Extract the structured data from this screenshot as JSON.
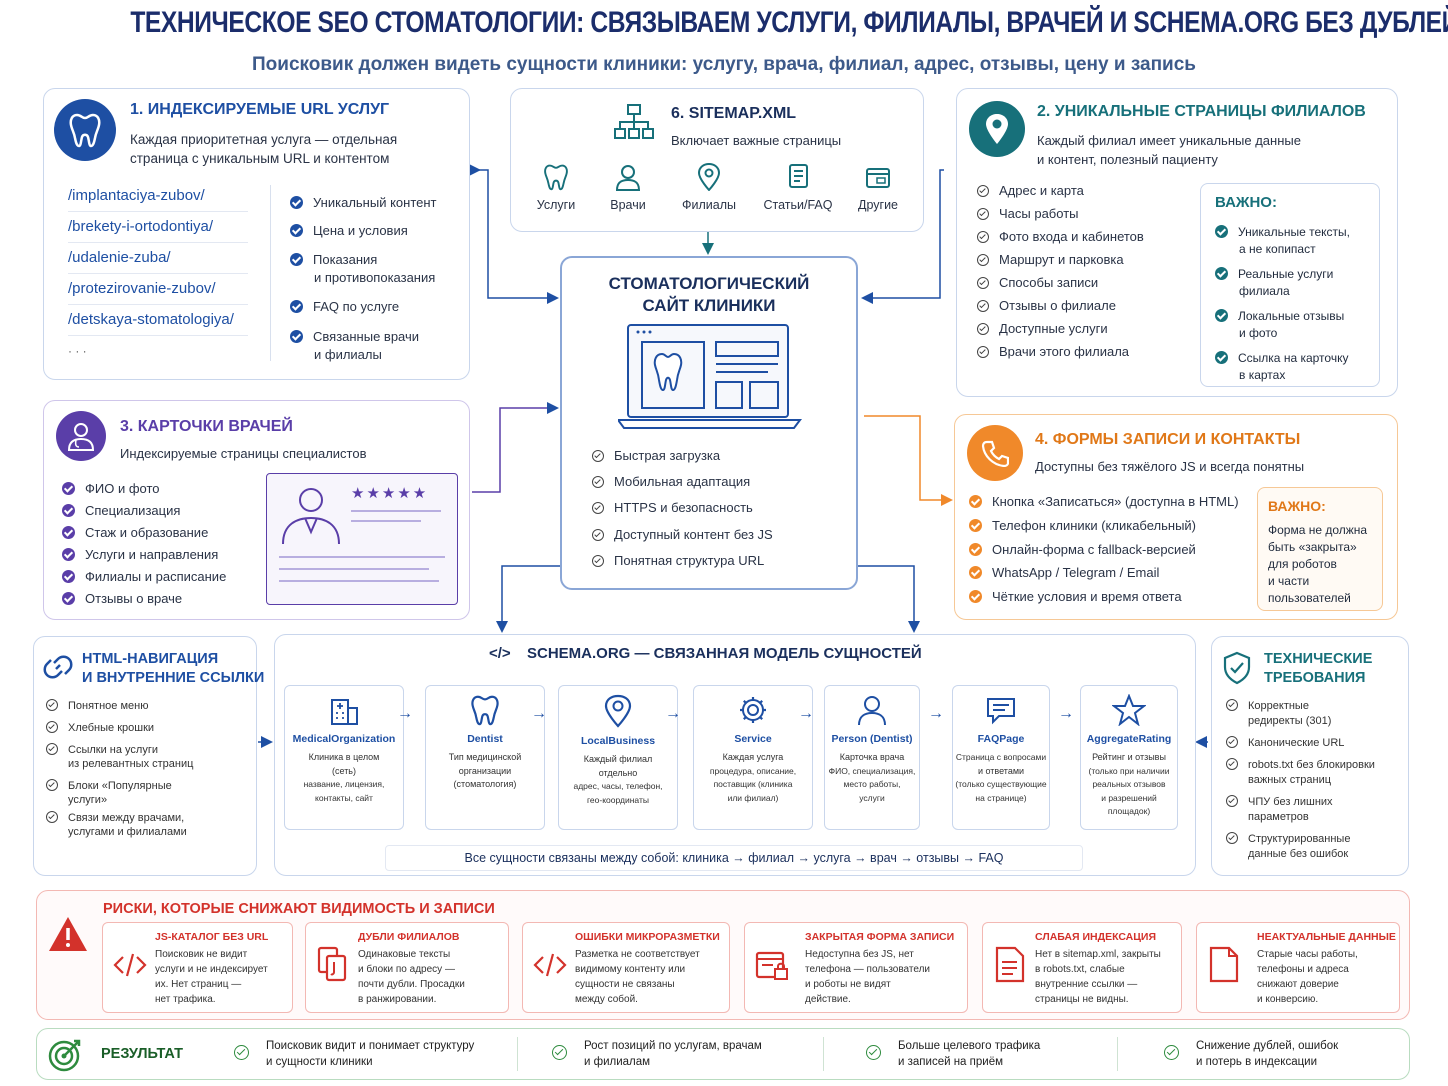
{
  "header": {
    "title": "ТЕХНИЧЕСКОЕ SEO СТОМАТОЛОГИИ: СВЯЗЫВАЕМ УСЛУГИ, ФИЛИАЛЫ, ВРАЧЕЙ И SCHEMA.ORG БЕЗ ДУБЛЕЙ",
    "subtitle": "Поисковик должен видеть сущности клиники: услугу, врача, филиал, адрес, отзывы, цену и запись"
  },
  "section1": {
    "title": "1. ИНДЕКСИРУЕМЫЕ URL УСЛУГ",
    "desc1": "Каждая приоритетная услуга — отдельная",
    "desc2": "страница с уникальным URL и контентом",
    "urls": [
      "/implantaciya-zubov/",
      "/brekety-i-ortodontiya/",
      "/udalenie-zuba/",
      "/protezirovanie-zubov/",
      "/detskaya-stomatologiya/",
      "· · ·"
    ],
    "checks": [
      "Уникальный контент",
      "Цена и условия",
      "Показания",
      "и противопоказания",
      "FAQ по услуге",
      "Связанные врачи",
      "и филиалы"
    ]
  },
  "section6": {
    "title": "6. SITEMAP.XML",
    "desc": "Включает важные страницы",
    "items": [
      "Услуги",
      "Врачи",
      "Филиалы",
      "Статьи/FAQ",
      "Другие"
    ]
  },
  "section2": {
    "title": "2. УНИКАЛЬНЫЕ СТРАНИЦЫ ФИЛИАЛОВ",
    "desc1": "Каждый филиал имеет уникальные данные",
    "desc2": "и контент, полезный пациенту",
    "items": [
      "Адрес и карта",
      "Часы работы",
      "Фото входа и кабинетов",
      "Маршрут и парковка",
      "Способы записи",
      "Отзывы о филиале",
      "Доступные услуги",
      "Врачи этого филиала"
    ],
    "important": {
      "title": "ВАЖНО:",
      "items": [
        [
          "Уникальные тексты,",
          "а не копипаст"
        ],
        [
          "Реальные услуги",
          "филиала"
        ],
        [
          "Локальные отзывы",
          "и фото"
        ],
        [
          "Ссылка на карточку",
          "в картах"
        ]
      ]
    }
  },
  "center": {
    "title1": "СТОМАТОЛОГИЧЕСКИЙ",
    "title2": "САЙТ КЛИНИКИ",
    "items": [
      "Быстрая загрузка",
      "Мобильная адаптация",
      "HTTPS и безопасность",
      "Доступный контент без JS",
      "Понятная структура URL"
    ]
  },
  "section3": {
    "title": "3. КАРТОЧКИ ВРАЧЕЙ",
    "desc": "Индексируемые страницы специалистов",
    "items": [
      "ФИО и фото",
      "Специализация",
      "Стаж и образование",
      "Услуги и направления",
      "Филиалы и расписание",
      "Отзывы о враче"
    ],
    "stars": "★★★★★"
  },
  "section4": {
    "title": "4. ФОРМЫ ЗАПИСИ И КОНТАКТЫ",
    "desc": "Доступны без тяжёлого JS и всегда понятны",
    "items": [
      "Кнопка «Записаться» (доступна в HTML)",
      "Телефон клиники (кликабельный)",
      "Онлайн-форма с fallback-версией",
      "WhatsApp / Telegram / Email",
      "Чёткие условия и время ответа"
    ],
    "important": {
      "title": "ВАЖНО:",
      "lines": [
        "Форма не должна",
        "быть «закрыта»",
        "для роботов",
        "и части",
        "пользователей"
      ]
    }
  },
  "nav": {
    "title1": "HTML-НАВИГАЦИЯ",
    "title2": "И ВНУТРЕННИЕ ССЫЛКИ",
    "items": [
      [
        "Понятное меню"
      ],
      [
        "Хлебные крошки"
      ],
      [
        "Ссылки на услуги",
        "из релевантных страниц"
      ],
      [
        "Блоки «Популярные",
        "услуги»"
      ],
      [
        "Связи между врачами,",
        "услугами и филиалами"
      ]
    ]
  },
  "schema": {
    "title": "SCHEMA.ORG — СВЯЗАННАЯ МОДЕЛЬ СУЩНОСТЕЙ",
    "tag": "</>",
    "entities": [
      {
        "name": "MedicalOrganization",
        "desc": [
          "Клиника в целом",
          "(сеть)",
          "название, лицензия,",
          "контакты, сайт"
        ]
      },
      {
        "name": "Dentist",
        "desc": [
          "Тип медицинской",
          "организации",
          "(стоматология)"
        ]
      },
      {
        "name": "LocalBusiness",
        "desc": [
          "Каждый филиал",
          "отдельно",
          "адрес, часы, телефон,",
          "гео-координаты"
        ]
      },
      {
        "name": "Service",
        "desc": [
          "Каждая услуга",
          "процедура, описание,",
          "поставщик (клиника",
          "или филиал)"
        ]
      },
      {
        "name": "Person (Dentist)",
        "desc": [
          "Карточка врача",
          "ФИО, специализация,",
          "место работы,",
          "услуги"
        ]
      },
      {
        "name": "FAQPage",
        "desc": [
          "Страница с вопросами",
          "и ответами",
          "(только существующие",
          "на странице)"
        ]
      },
      {
        "name": "AggregateRating",
        "desc": [
          "Рейтинг и отзывы",
          "(только при наличии",
          "реальных отзывов",
          "и разрешений",
          "площадок)"
        ]
      }
    ],
    "footer": "Все сущности связаны между собой: клиника → филиал → услуга → врач → отзывы → FAQ"
  },
  "tech": {
    "title1": "ТЕХНИЧЕСКИЕ",
    "title2": "ТРЕБОВАНИЯ",
    "items": [
      [
        "Корректные",
        "редиректы (301)"
      ],
      [
        "Канонические URL"
      ],
      [
        "robots.txt без блокировки",
        "важных страниц"
      ],
      [
        "ЧПУ без лишних",
        "параметров"
      ],
      [
        "Структурированные",
        "данные без ошибок"
      ]
    ]
  },
  "risks": {
    "title": "РИСКИ, КОТОРЫЕ СНИЖАЮТ ВИДИМОСТЬ И ЗАПИСИ",
    "items": [
      {
        "title": "JS-КАТАЛОГ БЕЗ URL",
        "desc": [
          "Поисковик не видит",
          "услуги и не индексирует",
          "их. Нет страниц —",
          "нет трафика."
        ]
      },
      {
        "title": "ДУБЛИ ФИЛИАЛОВ",
        "desc": [
          "Одинаковые тексты",
          "и блоки по адресу —",
          "почти дубли. Просадки",
          "в ранжировании."
        ]
      },
      {
        "title": "ОШИБКИ МИКРОРАЗМЕТКИ",
        "desc": [
          "Разметка не соответствует",
          "видимому контенту или",
          "сущности не связаны",
          "между собой."
        ]
      },
      {
        "title": "ЗАКРЫТАЯ ФОРМА ЗАПИСИ",
        "desc": [
          "Недоступна без JS, нет",
          "телефона — пользователи",
          "и роботы не видят",
          "действие."
        ]
      },
      {
        "title": "СЛАБАЯ ИНДЕКСАЦИЯ",
        "desc": [
          "Нет в sitemap.xml, закрыты",
          "в robots.txt, слабые",
          "внутренние ссылки —",
          "страницы не видны."
        ]
      },
      {
        "title": "НЕАКТУАЛЬНЫЕ ДАННЫЕ",
        "desc": [
          "Старые часы работы,",
          "телефоны и адреса",
          "снижают доверие",
          "и конверсию."
        ]
      }
    ]
  },
  "result": {
    "title": "РЕЗУЛЬТАТ",
    "items": [
      [
        "Поисковик видит и понимает структуру",
        "и сущности клиники"
      ],
      [
        "Рост позиций по услугам, врачам",
        "и филиалам"
      ],
      [
        "Больше целевого трафика",
        "и записей на приём"
      ],
      [
        "Снижение дублей, ошибок",
        "и потерь в индексации"
      ]
    ]
  },
  "colors": {
    "primary": "#1e4fa3",
    "purple": "#5a3ea8",
    "orange": "#f0892a",
    "teal": "#17707a",
    "red": "#d3322b",
    "green": "#2e8b3e"
  }
}
